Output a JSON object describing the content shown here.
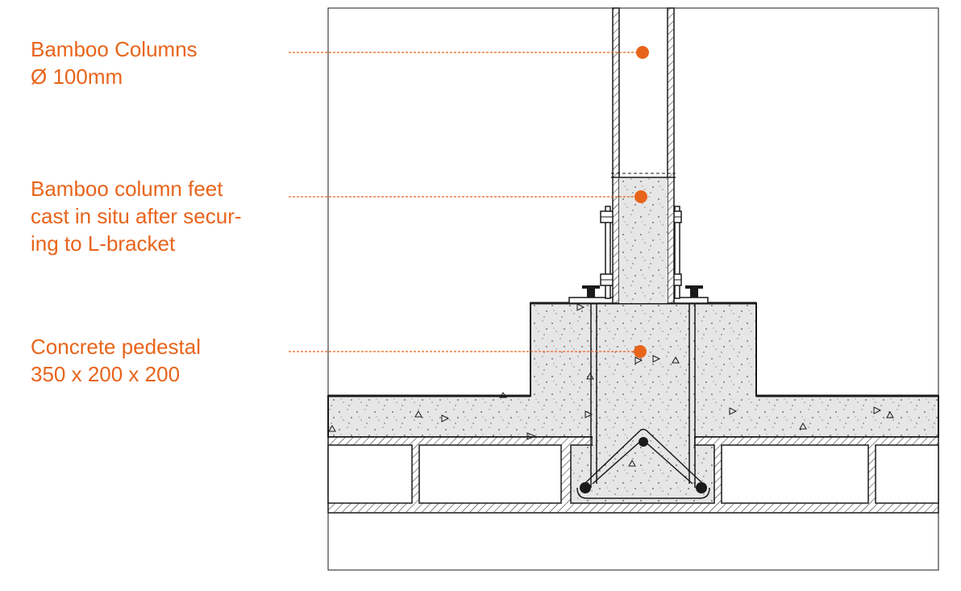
{
  "annotations": [
    {
      "lines": [
        "Bamboo Columns",
        "Ø 100mm"
      ]
    },
    {
      "lines": [
        "Bamboo column feet",
        "cast in situ after secur-",
        "ing to L-bracket"
      ]
    },
    {
      "lines": [
        "Concrete pedestal",
        "350 x 200 x 200"
      ]
    }
  ],
  "colors": {
    "accent": "#e8641b",
    "line": "#1a1a1a",
    "concrete": "#e0e0e0",
    "background": "#ffffff"
  }
}
